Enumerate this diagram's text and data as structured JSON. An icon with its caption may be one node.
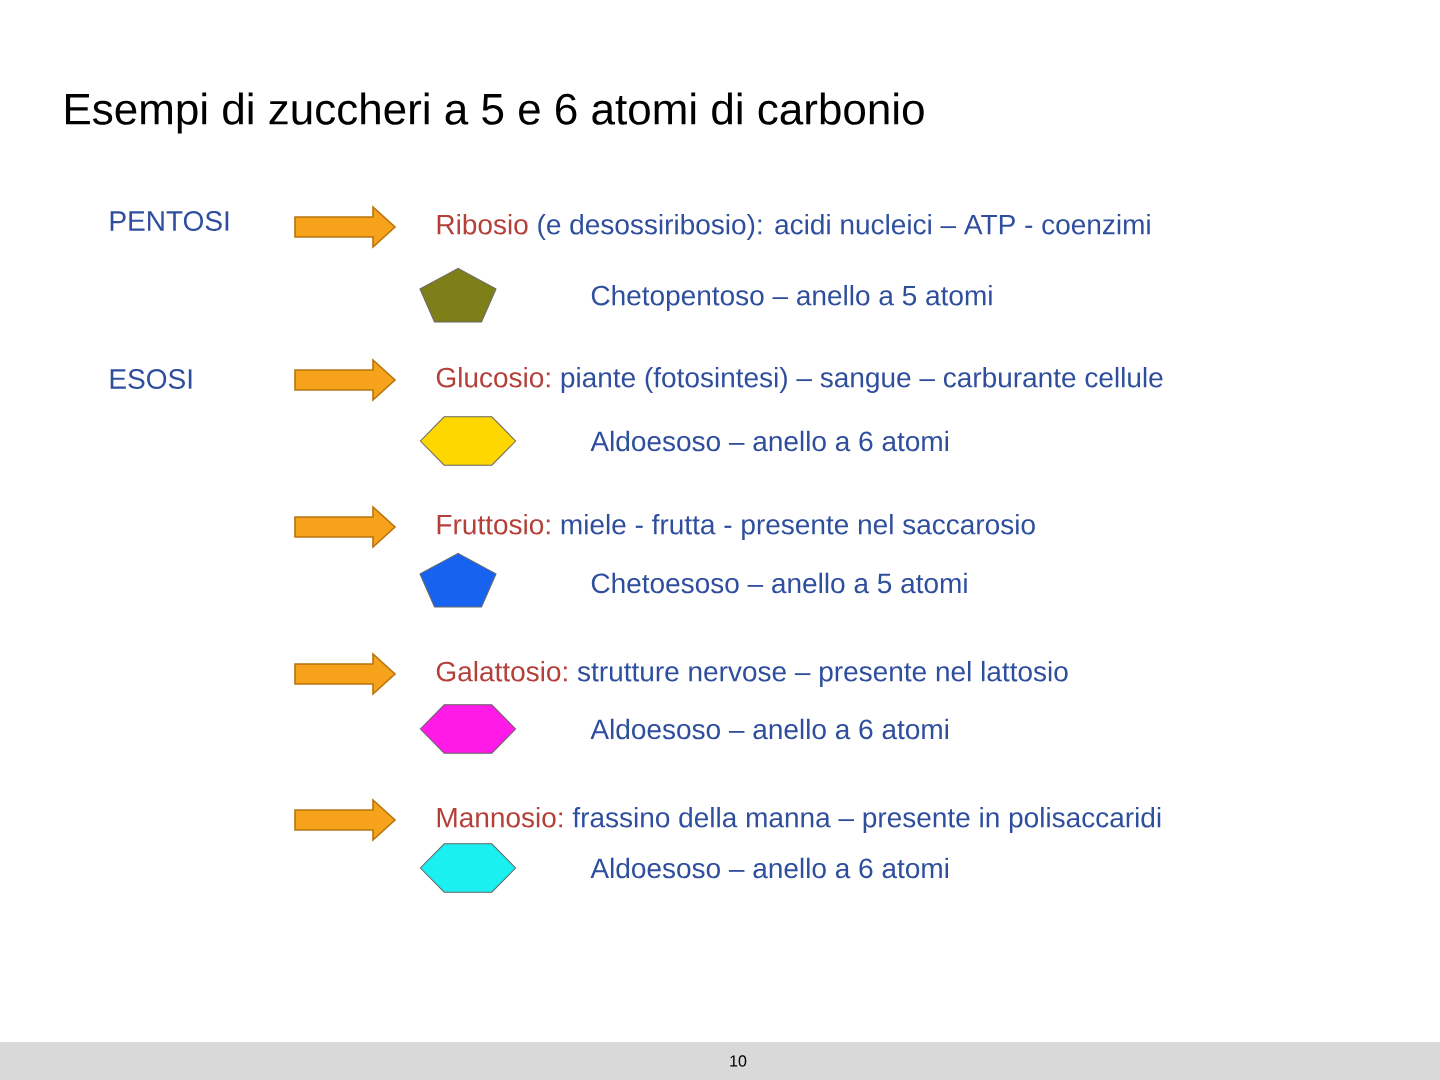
{
  "diagram": {
    "title": "Esempi di zuccheri a 5 e 6 atomi di carbonio",
    "nodes": [
      {
        "text": [
          "PENTOSI"
        ]
      },
      {
        "text": [
          "Ribosio",
          "(e desossiribosio): acidi nucleici – ATP - coenzimi"
        ]
      },
      {
        "text": [],
        "shape": "pentagon"
      },
      {
        "text": [
          "ESOSI"
        ]
      },
      {
        "text": [
          "Glucosio:",
          "piante (fotosintesi) – sangue – carburante cellule"
        ]
      },
      {
        "text": [],
        "shape": "hexagon"
      },
      {
        "text": [
          "Fruttosio:",
          "miele - frutta - presente nel saccarosio"
        ]
      },
      {
        "text": [],
        "shape": "pentagon"
      },
      {
        "text": [
          "Galattosio:",
          "strutture nervose – presente nel lattosio"
        ]
      },
      {
        "text": [],
        "shape": "hexagon"
      },
      {
        "text": [
          "Mannosio:",
          "frassino della manna – presente in polisaccaridi"
        ]
      },
      {
        "text": [],
        "shape": "hexagon"
      }
    ],
    "edges": [
      {
        "from": null,
        "to": 1,
        "arrow": "to"
      },
      {
        "from": null,
        "to": 4,
        "arrow": "to"
      },
      {
        "from": null,
        "to": 6,
        "arrow": "to"
      },
      {
        "from": null,
        "to": 8,
        "arrow": "to"
      },
      {
        "from": null,
        "to": 10,
        "arrow": "to"
      }
    ],
    "labels": [
      "Chetopentoso – anello a 5 atomi",
      "Aldoesoso – anello a 6 atomi",
      "Chetoesoso – anello a 5 atomi",
      "Aldoesoso – anello a 6 atomi",
      "Aldoesoso – anello a 6 atomi",
      "10"
    ]
  }
}
